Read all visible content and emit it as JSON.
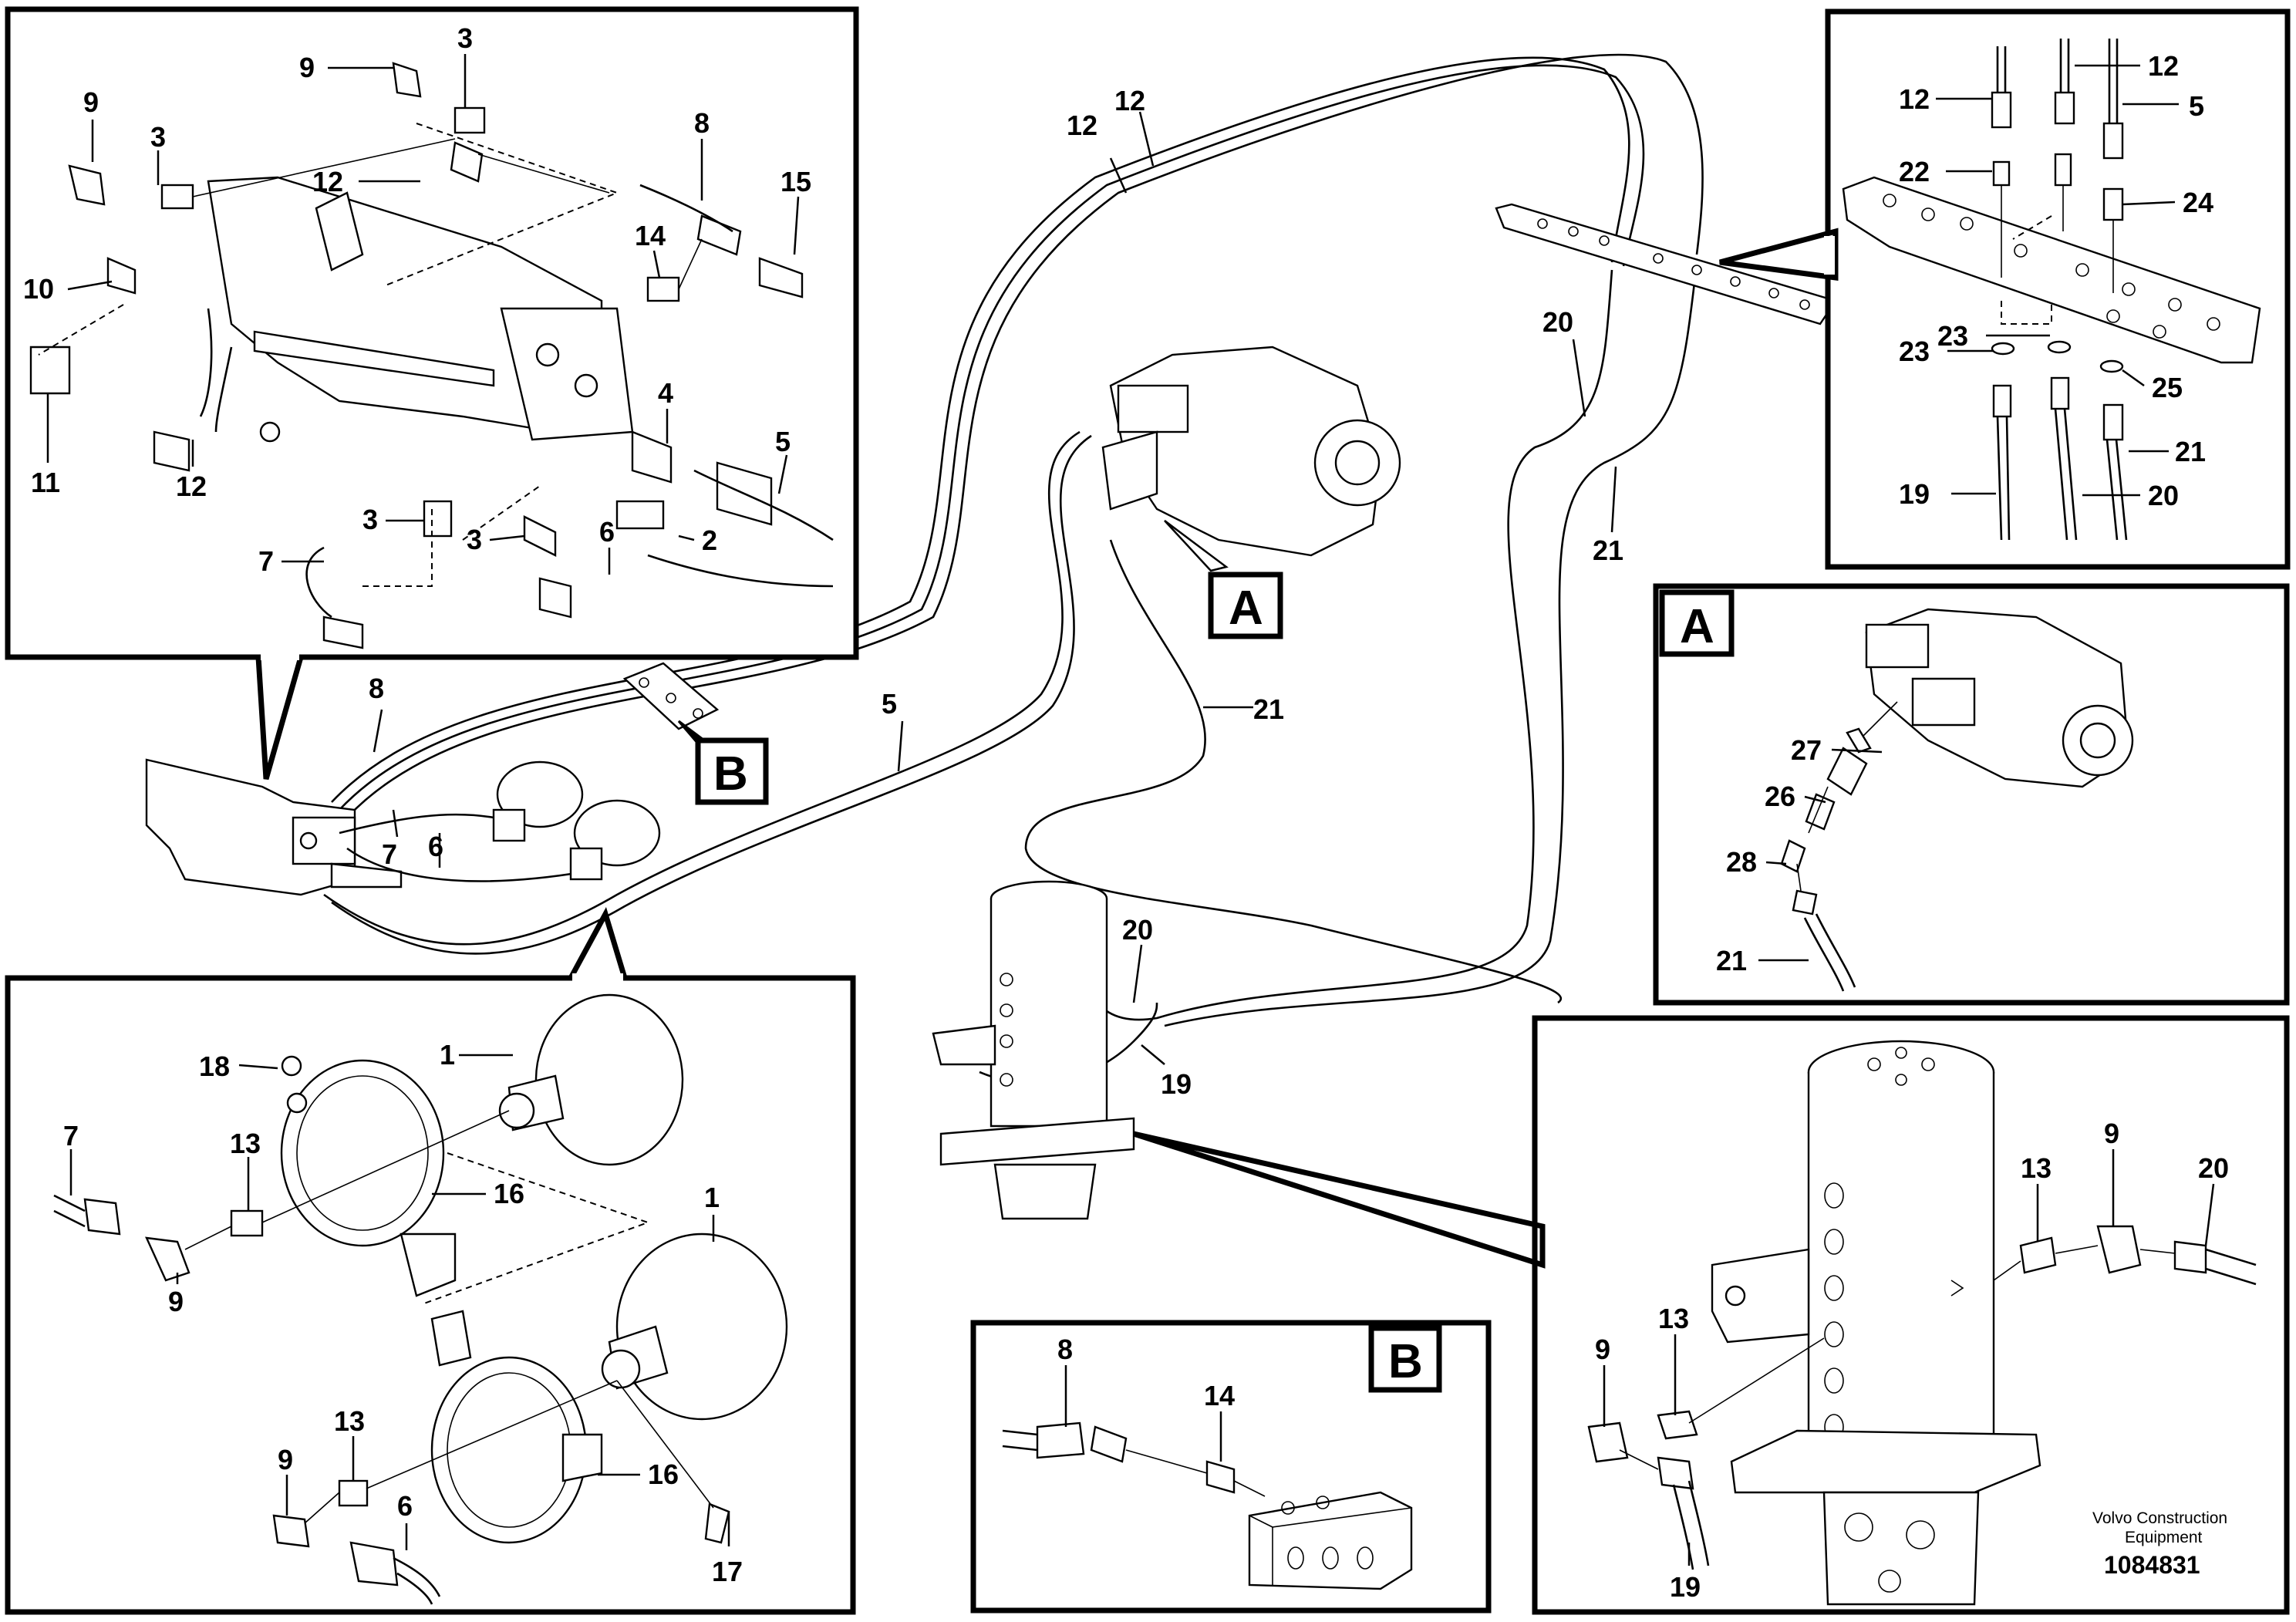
{
  "detail_labels": {
    "a": "A",
    "b": "B"
  },
  "brand": {
    "line1": "Volvo Construction",
    "line2": "Equipment"
  },
  "document_number": "1084831",
  "labels": {
    "tl": [
      "9",
      "3",
      "9",
      "3",
      "12",
      "8",
      "15",
      "14",
      "10",
      "11",
      "12",
      "4",
      "5",
      "3",
      "3",
      "2",
      "6",
      "7"
    ],
    "main": [
      "12",
      "12",
      "5",
      "8",
      "7",
      "6",
      "21",
      "20",
      "21",
      "20",
      "19"
    ],
    "tr": [
      "12",
      "12",
      "5",
      "22",
      "24",
      "23",
      "23",
      "25",
      "21",
      "19",
      "20"
    ],
    "a": [
      "27",
      "26",
      "28",
      "21"
    ],
    "bl": [
      "18",
      "1",
      "7",
      "13",
      "16",
      "9",
      "1",
      "13",
      "9",
      "16",
      "6",
      "17"
    ],
    "b": [
      "8",
      "14"
    ],
    "br": [
      "13",
      "9",
      "20",
      "9",
      "13",
      "19"
    ]
  }
}
